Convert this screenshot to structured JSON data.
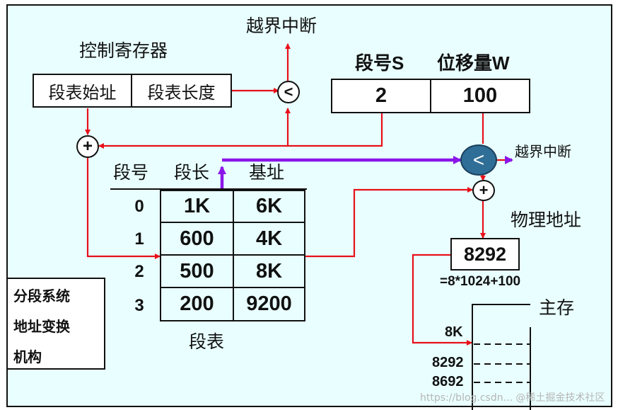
{
  "labels": {
    "overflow_top": "越界中断",
    "control_register": "控制寄存器",
    "seg_no_s": "段号S",
    "disp_w": "位移量W",
    "overflow_right": "越界中断",
    "physical_address": "物理地址",
    "main_memory": "主存",
    "segment_table": "段表",
    "compare_symbol": "<",
    "add_symbol": "+"
  },
  "register": {
    "base_label": "段表始址",
    "length_label": "段表长度"
  },
  "logical_address": {
    "segment": "2",
    "displacement": "100"
  },
  "table": {
    "headers": [
      "段号",
      "段长",
      "基址"
    ],
    "rows": [
      {
        "index": "0",
        "length": "1K",
        "base": "6K"
      },
      {
        "index": "1",
        "length": "600",
        "base": "4K"
      },
      {
        "index": "2",
        "length": "500",
        "base": "8K"
      },
      {
        "index": "3",
        "length": "200",
        "base": "9200"
      }
    ]
  },
  "result": {
    "address": "8292",
    "formula": "=8*1024+100"
  },
  "memory_marks": [
    "8K",
    "8292",
    "8692"
  ],
  "caption": [
    "分段系统",
    "地址变换",
    "机构"
  ],
  "watermark": "https://blog.csdn... @稀土掘金技术社区",
  "colors": {
    "background": "#e9ffff",
    "wire": "#e8101a",
    "highlight": "#8b16e8",
    "comparator": "#2f6e96"
  }
}
